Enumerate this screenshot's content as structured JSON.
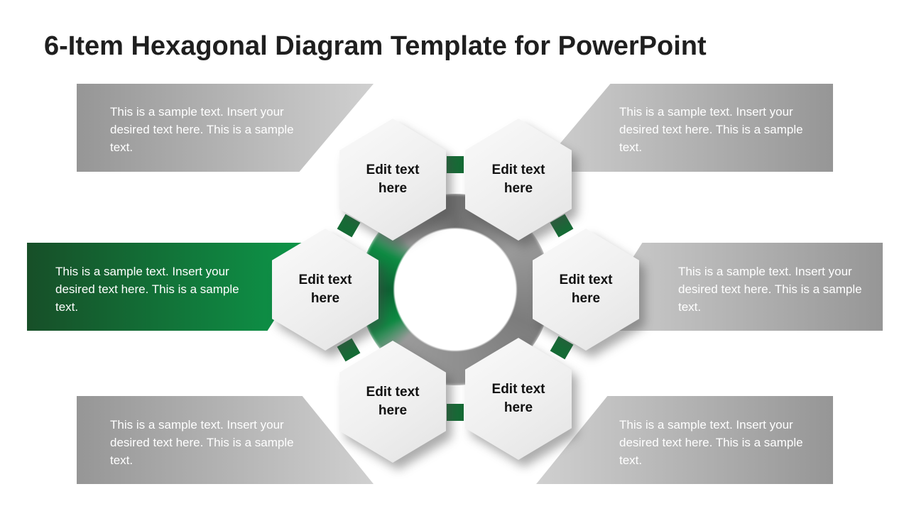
{
  "title": "6-Item Hexagonal Diagram Template for PowerPoint",
  "callouts": [
    {
      "id": "top-left",
      "variant": "gray",
      "text": "This is a sample text. Insert your desired text here. This is a sample text."
    },
    {
      "id": "top-right",
      "variant": "gray",
      "text": "This is a sample text. Insert your desired text here. This is a sample text."
    },
    {
      "id": "middle-left",
      "variant": "green",
      "text": "This is a sample text. Insert your desired text here. This is a sample text."
    },
    {
      "id": "middle-right",
      "variant": "gray",
      "text": "This is a sample text. Insert your desired text here. This is a sample text."
    },
    {
      "id": "bottom-left",
      "variant": "gray",
      "text": "This is a sample text. Insert your desired text here. This is a sample text."
    },
    {
      "id": "bottom-right",
      "variant": "gray",
      "text": "This is a sample text. Insert your desired text here. This is a sample text."
    }
  ],
  "hexagons": [
    {
      "id": "top-left",
      "label": "Edit text here"
    },
    {
      "id": "top-right",
      "label": "Edit text here"
    },
    {
      "id": "middle-left",
      "label": "Edit text here"
    },
    {
      "id": "middle-right",
      "label": "Edit text here"
    },
    {
      "id": "bottom-left",
      "label": "Edit text here"
    },
    {
      "id": "bottom-right",
      "label": "Edit text here"
    }
  ],
  "colors": {
    "accent_green_dark": "#174f28",
    "accent_green_bright": "#0c9b4b",
    "connector_green": "#156b35",
    "banner_gray_dark": "#969696",
    "banner_gray_light": "#d0d0d0",
    "hexagon_fill": "#efefef",
    "title_text": "#1f1f1f"
  }
}
